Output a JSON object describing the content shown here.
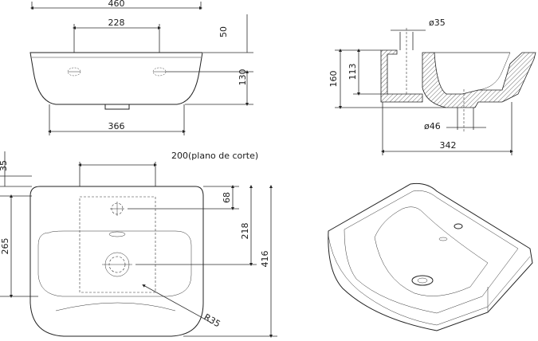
{
  "top_view": {
    "width": "460",
    "hole_spacing": "228",
    "offset_top": "50",
    "height": "130",
    "bottom_width": "366"
  },
  "side_section": {
    "drain_top": "ø35",
    "height_total": "160",
    "height_inner": "113",
    "drain_bottom": "ø46",
    "depth": "342"
  },
  "front_view": {
    "section_label": "200(plano de corte)",
    "top_offset": "35",
    "tap_offset": "68",
    "left_height": "265",
    "drain_height": "218",
    "total_height": "416",
    "radius": "R35"
  },
  "colors": {
    "line": "#2b2b2b",
    "background": "#ffffff"
  }
}
